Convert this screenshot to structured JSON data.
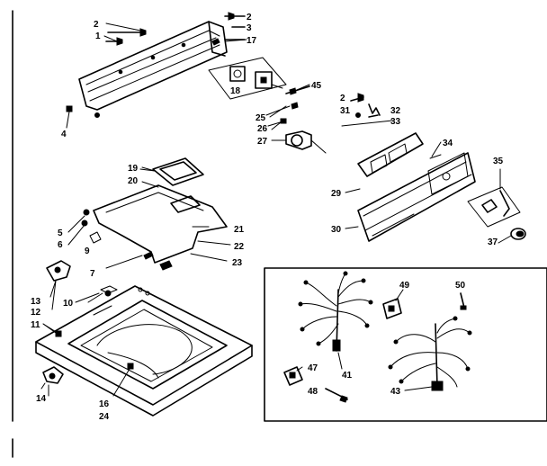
{
  "labels": {
    "l1": "1",
    "l2a": "2",
    "l2b": "2",
    "l2c": "2",
    "l3": "3",
    "l4": "4",
    "l5": "5",
    "l6": "6",
    "l7": "7",
    "l9": "9",
    "l10": "10",
    "l11": "11",
    "l12": "12",
    "l13": "13",
    "l14": "14",
    "l16": "16",
    "l17": "17",
    "l18": "18",
    "l19": "19",
    "l20": "20",
    "l21": "21",
    "l22": "22",
    "l23": "23",
    "l24": "24",
    "l25": "25",
    "l26": "26",
    "l27": "27",
    "l29": "29",
    "l30": "30",
    "l31": "31",
    "l32": "32",
    "l33": "33",
    "l34": "34",
    "l35": "35",
    "l37": "37",
    "l41": "41",
    "l43": "43",
    "l45": "45",
    "l47": "47",
    "l48": "48",
    "l49": "49",
    "l50": "50"
  }
}
